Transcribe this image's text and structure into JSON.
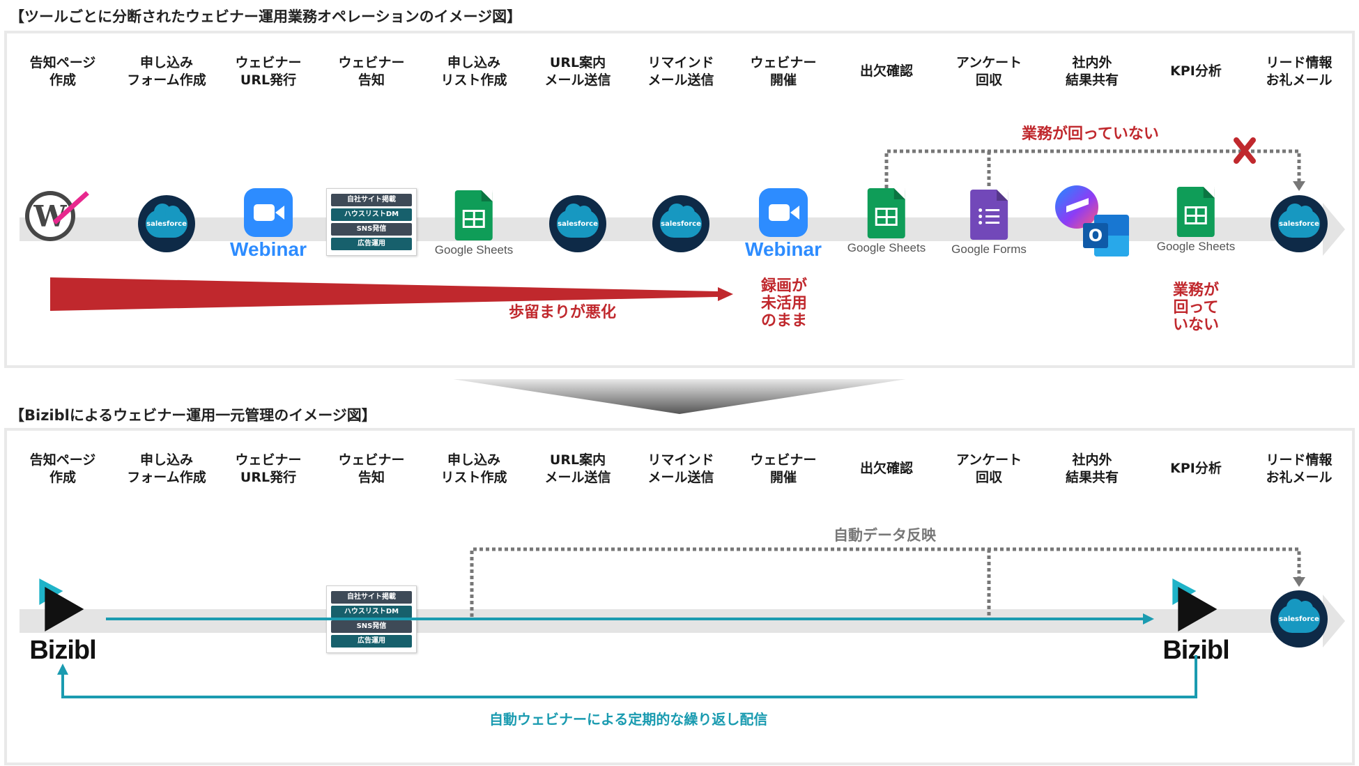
{
  "top": {
    "title": "【ツールごとに分断されたウェビナー運用業務オペレーションのイメージ図】",
    "steps": [
      "告知ページ\n作成",
      "申し込み\nフォーム作成",
      "ウェビナー\nURL発行",
      "ウェビナー\n告知",
      "申し込み\nリスト作成",
      "URL案内\nメール送信",
      "リマインド\nメール送信",
      "ウェビナー\n開催",
      "出欠確認",
      "アンケート\n回収",
      "社内外\n結果共有",
      "KPI分析",
      "リード情報\nお礼メール"
    ],
    "salesforce_label": "salesforce",
    "webinar_label": "Webinar",
    "tags": [
      "自社サイト掲載",
      "ハウスリストDM",
      "SNS発信",
      "広告運用"
    ],
    "google_sheets": "Google Sheets",
    "google_forms": "Google Forms",
    "outlook_letter": "O",
    "dropoff_label": "歩留まりが悪化",
    "recording_label": "録画が\n未活用\nのまま",
    "not_working_top": "業務が回っていない",
    "not_working_bottom": "業務が\n回って\nいない",
    "wordpress_letter": "W"
  },
  "bottom": {
    "title": "【Biziblによるウェビナー運用一元管理のイメージ図】",
    "steps": [
      "告知ページ\n作成",
      "申し込み\nフォーム作成",
      "ウェビナー\nURL発行",
      "ウェビナー\n告知",
      "申し込み\nリスト作成",
      "URL案内\nメール送信",
      "リマインド\nメール送信",
      "ウェビナー\n開催",
      "出欠確認",
      "アンケート\n回収",
      "社内外\n結果共有",
      "KPI分析",
      "リード情報\nお礼メール"
    ],
    "tags": [
      "自社サイト掲載",
      "ハウスリストDM",
      "SNS発信",
      "広告運用"
    ],
    "bizibl_label": "Bizibl",
    "salesforce_label": "salesforce",
    "auto_data_label": "自動データ反映",
    "auto_webinar_label": "自動ウェビナーによる定期的な繰り返し配信"
  },
  "colors": {
    "red": "#c0282d",
    "teal": "#1a9bb0",
    "salesforce_bg": "#0e2a47",
    "salesforce_cloud": "#1798c1",
    "zoom_blue": "#2d8cff",
    "sheets_green": "#0f9d58",
    "forms_purple": "#7248b9",
    "pink_slash": "#e8288e"
  },
  "icons": [
    "wordpress-icon",
    "salesforce-icon",
    "zoom-webinar-icon",
    "google-sheets-icon",
    "google-forms-icon",
    "messenger-icon",
    "outlook-icon",
    "bizibl-icon",
    "cross-mark-icon"
  ]
}
